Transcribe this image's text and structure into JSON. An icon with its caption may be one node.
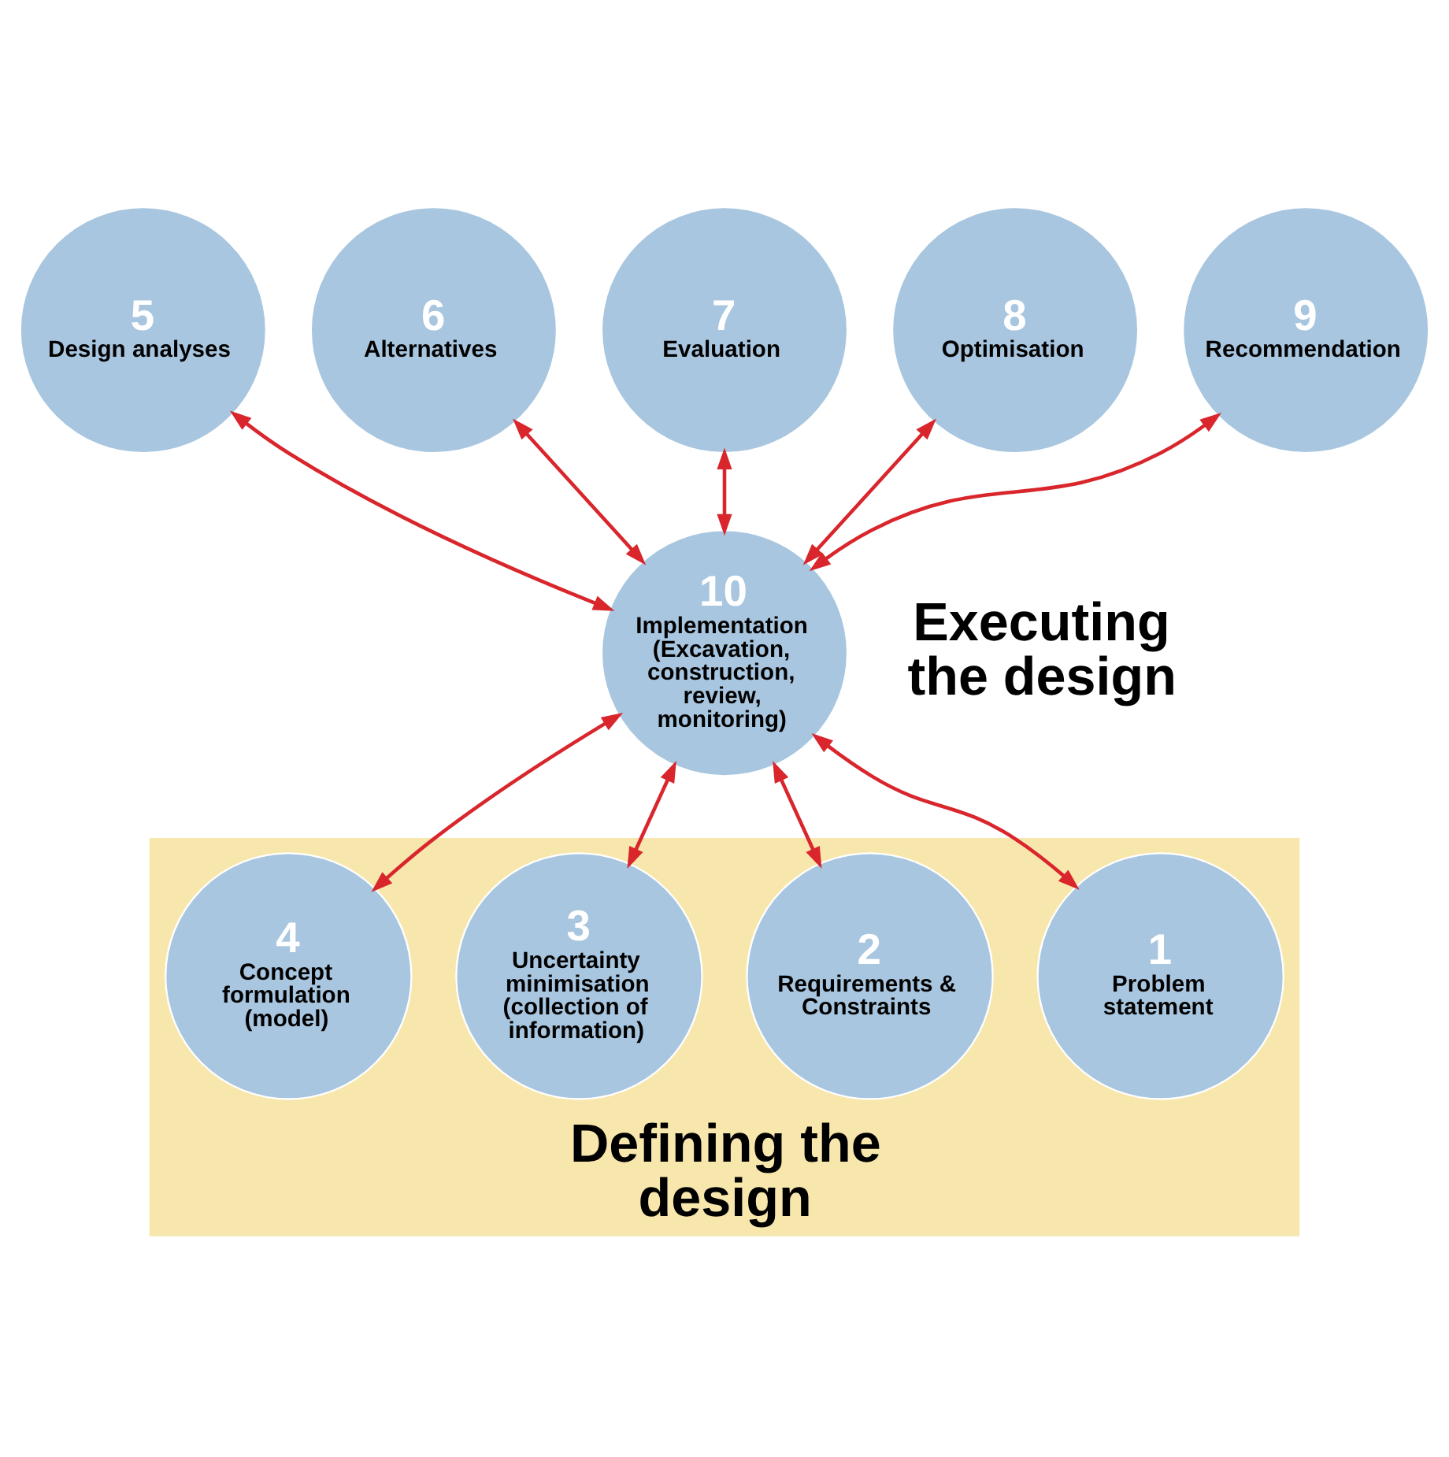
{
  "diagram": {
    "nodes": [
      {
        "text": [
          "Defining the design"
        ]
      },
      {
        "text": [
          "1",
          "Problem statement"
        ],
        "in": 0
      },
      {
        "text": [
          "2",
          "Requirements & Constraints"
        ],
        "in": 0
      },
      {
        "text": [
          "3",
          "Uncertainty minimisation (collection of information)"
        ],
        "in": 0
      },
      {
        "text": [
          "4",
          "Concept formulation (model)"
        ],
        "in": 0
      },
      {
        "text": [
          "5",
          "Design analyses"
        ]
      },
      {
        "text": [
          "6",
          "Alternatives"
        ]
      },
      {
        "text": [
          "7",
          "Evaluation"
        ]
      },
      {
        "text": [
          "8",
          "Optimisation"
        ]
      },
      {
        "text": [
          "9",
          "Recommendation"
        ]
      },
      {
        "text": [
          "10",
          "Implementation (Excavation, construction, review, monitoring)"
        ]
      }
    ],
    "edges": [
      {
        "from": 10,
        "to": 1,
        "arrow": "both"
      },
      {
        "from": 10,
        "to": 2,
        "arrow": "both"
      },
      {
        "from": 10,
        "to": 3,
        "arrow": "both"
      },
      {
        "from": 10,
        "to": 4,
        "arrow": "both"
      },
      {
        "from": 10,
        "to": 5,
        "arrow": "both"
      },
      {
        "from": 10,
        "to": 6,
        "arrow": "both"
      },
      {
        "from": 10,
        "to": 7,
        "arrow": "both"
      },
      {
        "from": 10,
        "to": 8,
        "arrow": "both"
      },
      {
        "from": 10,
        "to": 9,
        "arrow": "both"
      }
    ],
    "labels": [
      "Executing the design"
    ]
  }
}
